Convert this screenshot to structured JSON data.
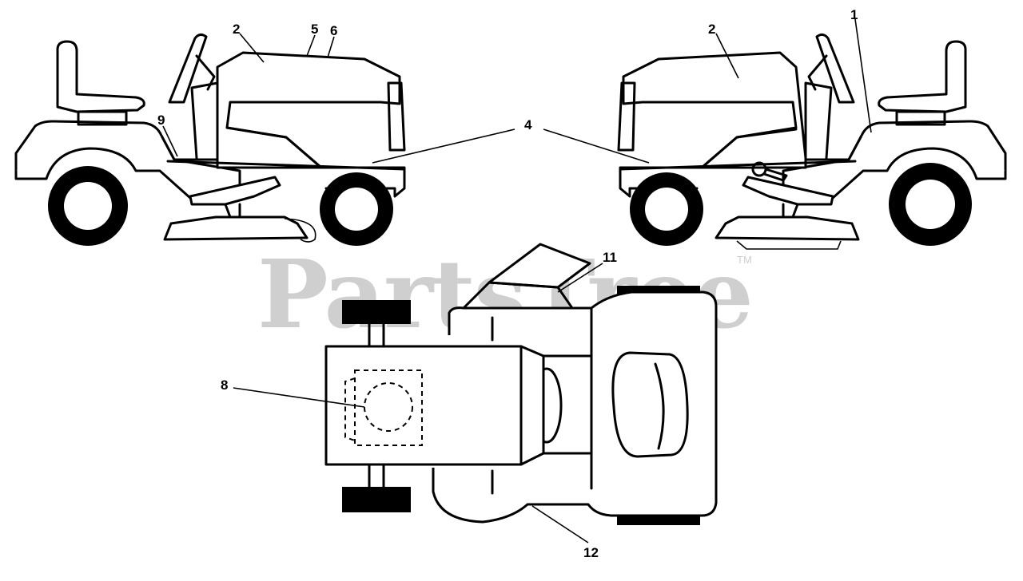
{
  "watermark": {
    "text": "PartsTree",
    "tm": "TM"
  },
  "callouts": {
    "c1": "1",
    "c2_left": "2",
    "c2_right": "2",
    "c4": "4",
    "c5": "5",
    "c6": "6",
    "c8": "8",
    "c9": "9",
    "c11": "11",
    "c12": "12"
  }
}
